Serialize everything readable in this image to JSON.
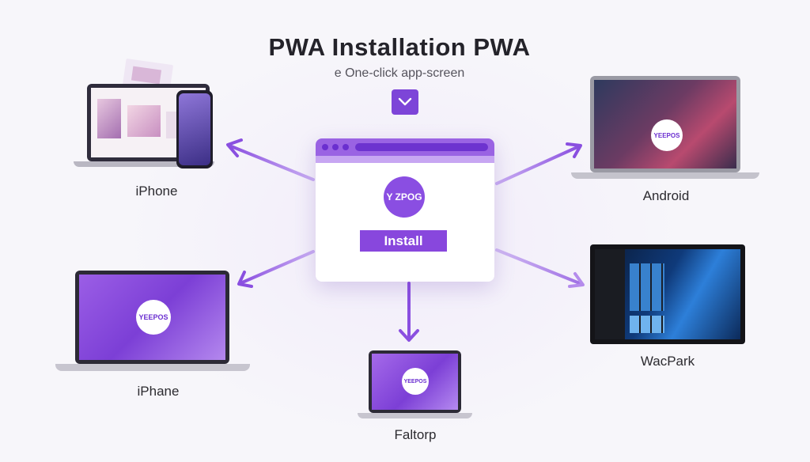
{
  "header": {
    "title": "PWA Installation PWA",
    "subtitle": "e One-click app-screen"
  },
  "center_window": {
    "app_logo_text": "Y ZPOG",
    "install_label": "Install"
  },
  "devices": [
    {
      "label": "iPhone",
      "screen_text": ""
    },
    {
      "label": "Android",
      "screen_text": "YEEPOS"
    },
    {
      "label": "iPhane",
      "screen_text": "YEEPOS"
    },
    {
      "label": "WacPark",
      "screen_text": ""
    },
    {
      "label": "Faltorp",
      "screen_text": "YEEPOS"
    }
  ],
  "colors": {
    "accent": "#8847dd",
    "arrow": "#8c55e0",
    "background": "#f7f6fa"
  },
  "icons": [
    "chevron-down-icon",
    "window-dots-icon"
  ]
}
